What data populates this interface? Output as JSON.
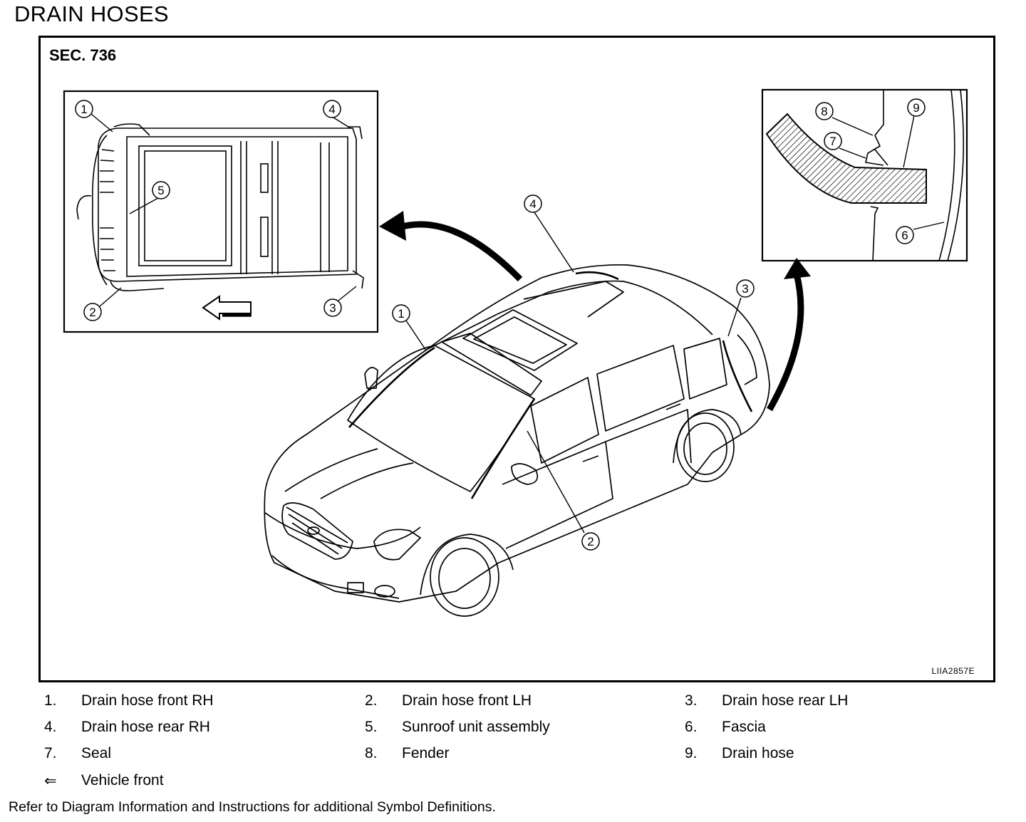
{
  "title": "DRAIN HOSES",
  "section": "SEC. 736",
  "figure_code": "LIIA2857E",
  "callouts": [
    "1",
    "2",
    "3",
    "4",
    "5",
    "6",
    "7",
    "8",
    "9"
  ],
  "legend": [
    {
      "num": "1.",
      "label": "Drain hose front RH"
    },
    {
      "num": "2.",
      "label": "Drain hose front LH"
    },
    {
      "num": "3.",
      "label": "Drain hose rear LH"
    },
    {
      "num": "4.",
      "label": "Drain hose rear RH"
    },
    {
      "num": "5.",
      "label": "Sunroof unit assembly"
    },
    {
      "num": "6.",
      "label": "Fascia"
    },
    {
      "num": "7.",
      "label": "Seal"
    },
    {
      "num": "8.",
      "label": "Fender"
    },
    {
      "num": "9.",
      "label": "Drain hose"
    },
    {
      "num": "⇐",
      "label": "Vehicle front"
    }
  ],
  "footnote": "Refer to Diagram Information and Instructions for additional Symbol Definitions."
}
